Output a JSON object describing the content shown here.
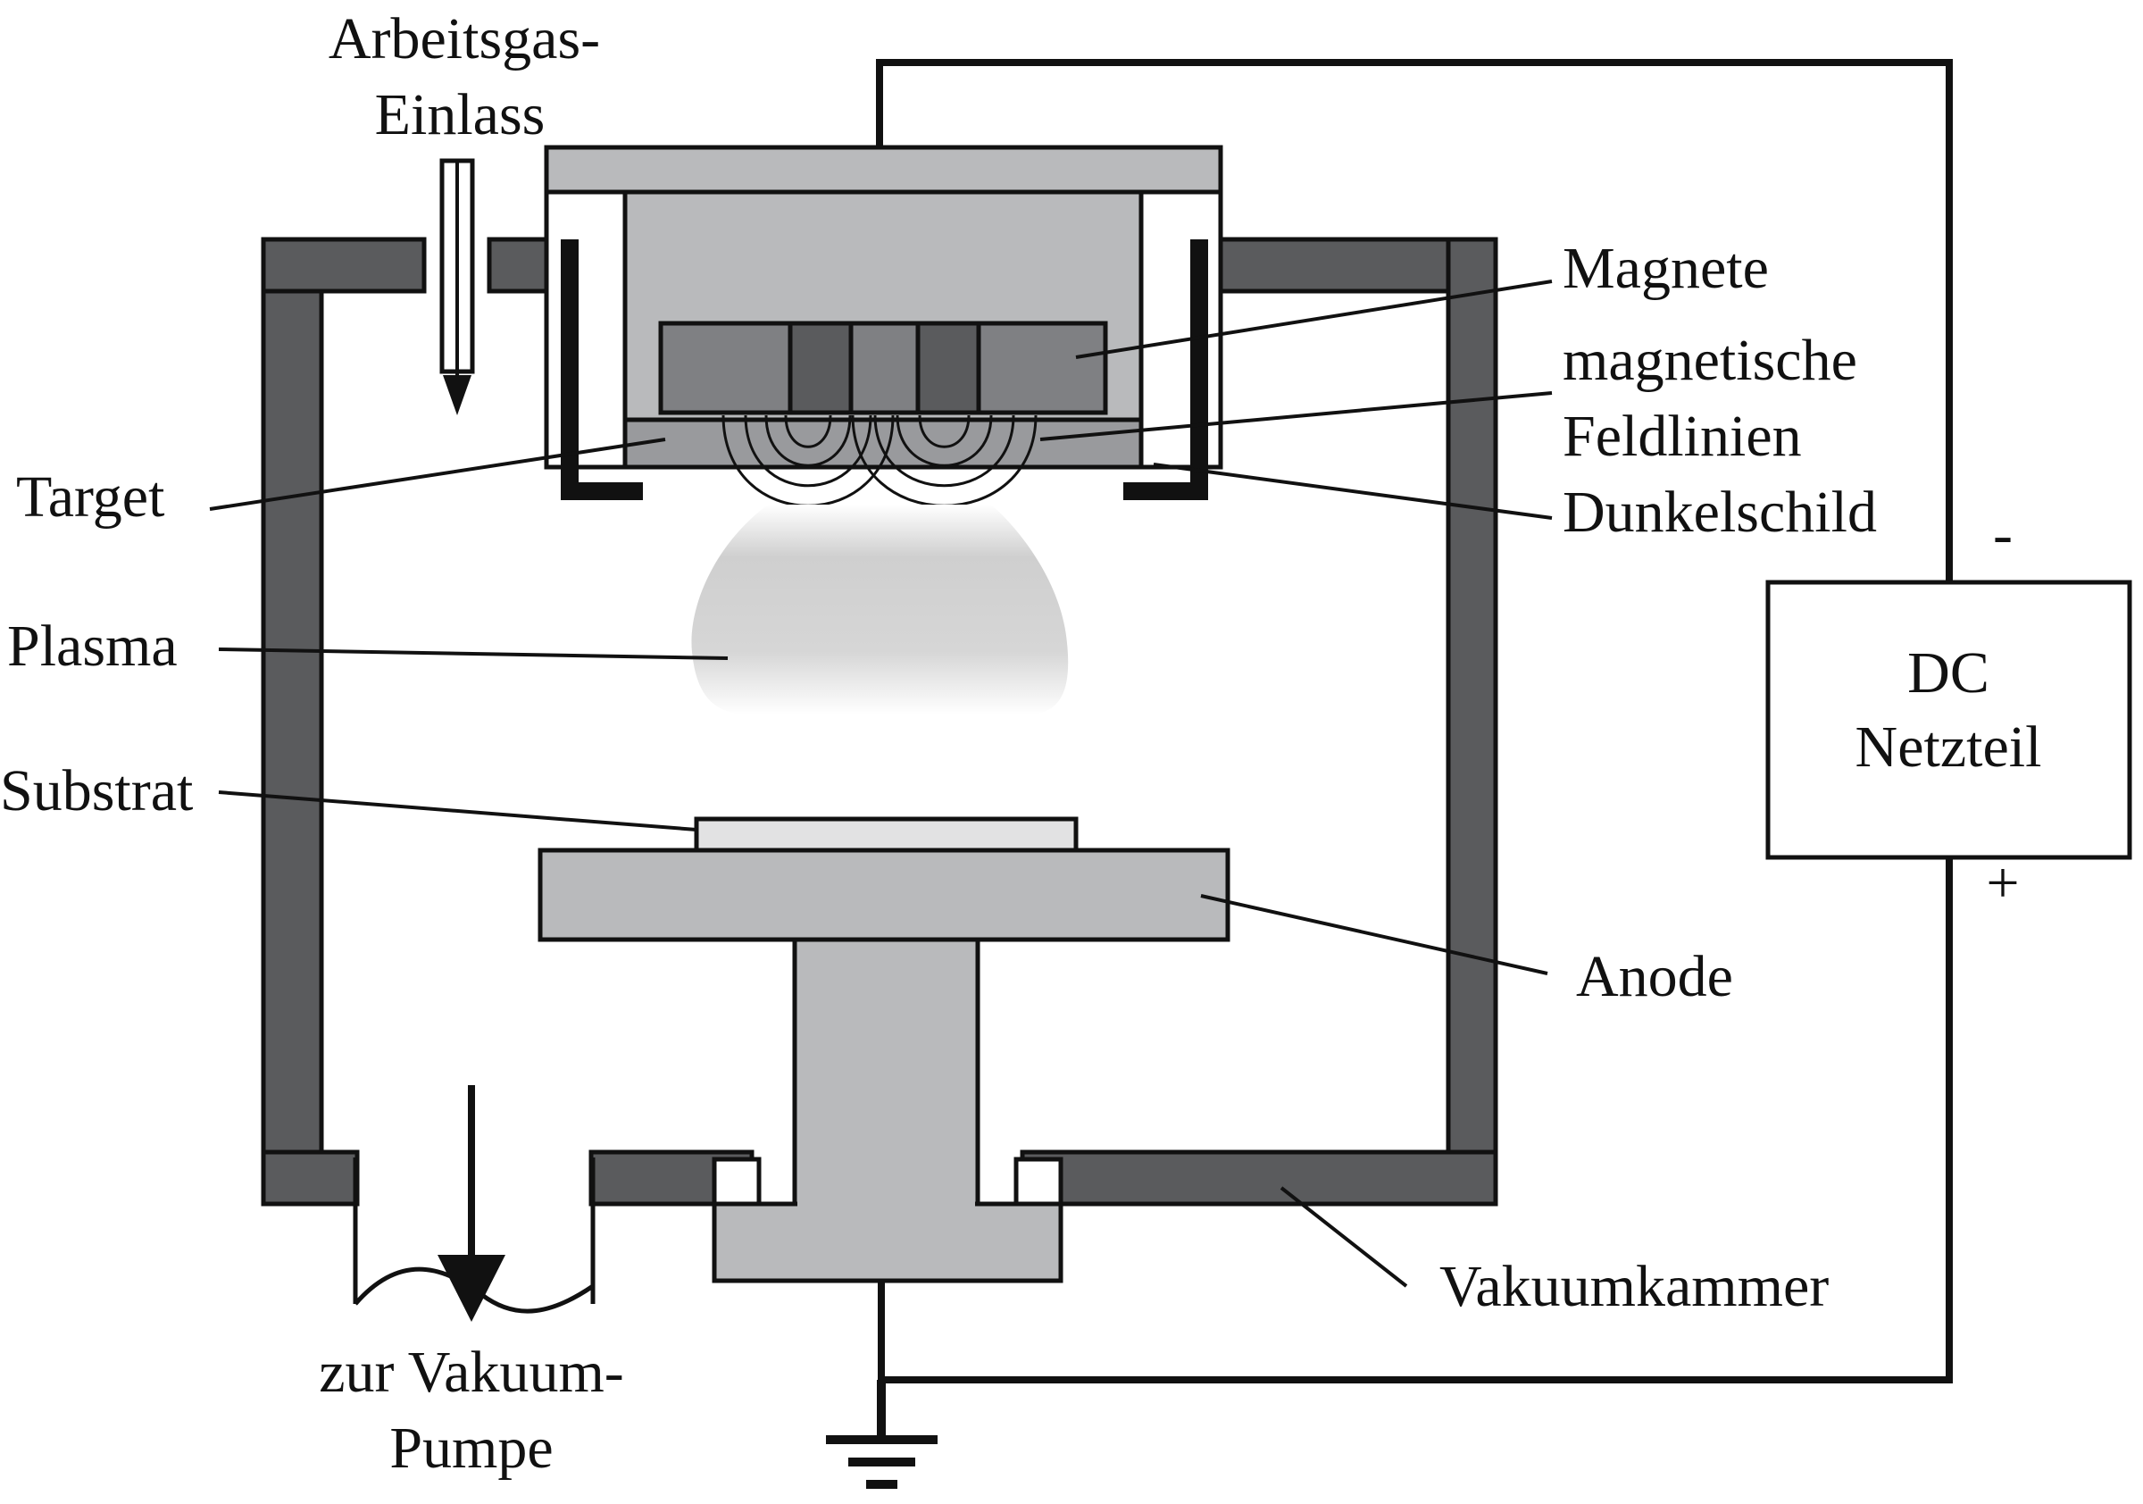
{
  "colors": {
    "chamber_wall": "#5a5b5d",
    "cathode_body": "#b9babc",
    "magnet_light": "#7f8083",
    "magnet_dark": "#5a5b5d",
    "target": "#999a9d",
    "substrate": "#e2e2e3",
    "anode": "#b9babc",
    "plasma": "#c8c8c8",
    "line": "#111111"
  },
  "labels": {
    "gas_inlet_line1": "Arbeitsgas-",
    "gas_inlet_line2": "Einlass",
    "magnets": "Magnete",
    "field_lines_line1": "magnetische",
    "field_lines_line2": "Feldlinien",
    "dark_shield": "Dunkelschild",
    "target": "Target",
    "plasma": "Plasma",
    "substrate": "Substrat",
    "anode": "Anode",
    "vacuum_chamber": "Vakuumkammer",
    "pump_line1": "zur Vakuum-",
    "pump_line2": "Pumpe",
    "supply_line1": "DC",
    "supply_line2": "Netzteil",
    "minus": "-",
    "plus": "+"
  },
  "icons": [
    "down-arrow-icon",
    "ground-icon"
  ]
}
